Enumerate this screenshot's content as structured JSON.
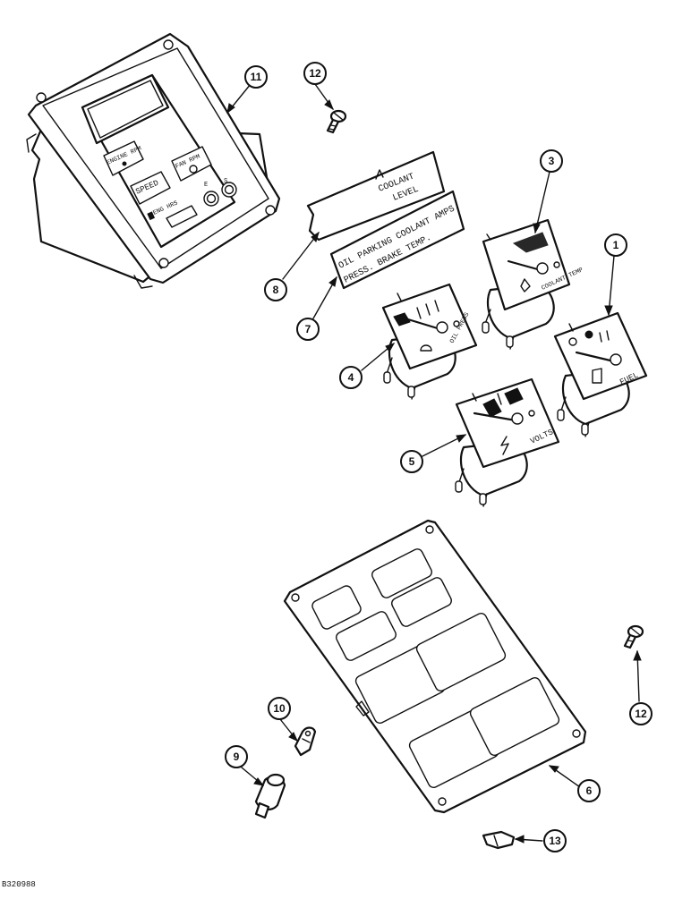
{
  "figure_code": "B320988",
  "callouts": {
    "c1": "1",
    "c3": "3",
    "c4": "4",
    "c5": "5",
    "c6": "6",
    "c7": "7",
    "c8": "8",
    "c9": "9",
    "c10": "10",
    "c11": "11",
    "c12a": "12",
    "c12b": "12",
    "c13": "13"
  },
  "monitor": {
    "engine_rpm": "ENGINE RPM",
    "speed": "SPEED",
    "fan_rpm": "FAN RPM",
    "eng_hrs": "ENG HRS",
    "button_e": "E",
    "button_s": "S"
  },
  "decals": {
    "coolant_level": "COOLANT",
    "coolant_level_2": "LEVEL",
    "row1": "OIL   PARKING COOLANT  AMPS.",
    "row2": "PRESS. BRAKE  TEMP."
  },
  "gauges": {
    "oil": "OIL PRESS",
    "coolant_temp": "COOLANT TEMP",
    "fuel": "FUEL",
    "volts": "VOLTS"
  }
}
